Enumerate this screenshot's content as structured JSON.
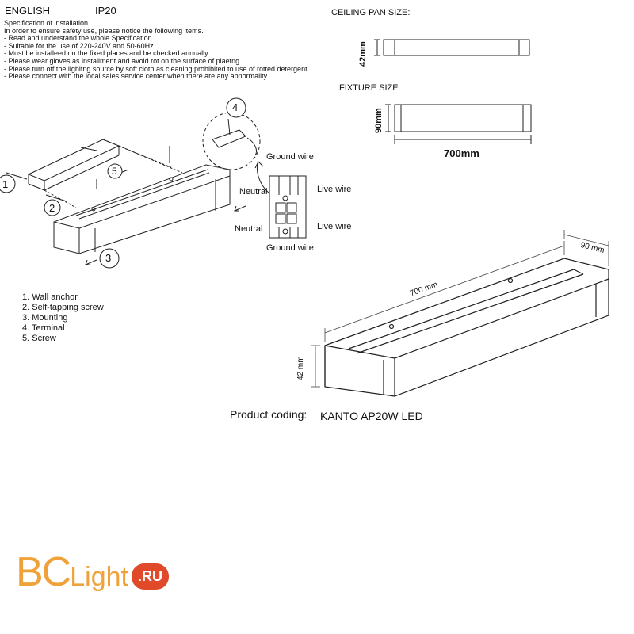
{
  "header": {
    "language": "ENGLISH",
    "ip_rating": "IP20"
  },
  "specification": {
    "title": "Specification of installation",
    "lines": [
      "In order to ensure safety use, please notice the following items.",
      "- Read and understand the whole Specification.",
      "- Suitable for the use of 220-240V and 50-60Hz.",
      "- Must be installeed on the fixed places and be checked annually",
      "- Please wear gloves as installment and avoid rot on the surface of plaetng.",
      "- Please turn off the lighitng source by soft cloth as cleaning prohibited to use of rotted detergent.",
      "- Please connect with the local sales service center when there are any abnormality."
    ]
  },
  "ceiling_pan": {
    "label": "CEILING PAN  SIZE:",
    "height": "42mm"
  },
  "fixture": {
    "label": "FIXTURE SIZE:",
    "height": "90mm",
    "width": "700mm"
  },
  "callouts": [
    "1",
    "2",
    "3",
    "4",
    "5"
  ],
  "wiring": {
    "ground_top": "Ground wire",
    "neutral_upper": "Neutral",
    "live_upper": "Live wire",
    "neutral_lower": "Neutral",
    "live_lower": "Live wire",
    "ground_bottom": "Ground wire"
  },
  "legend": [
    "1. Wall anchor",
    "2. Self-tapping screw",
    "3. Mounting",
    "4. Terminal",
    "5. Screw"
  ],
  "product_dims": {
    "length": "700 mm",
    "depth": "90 mm",
    "height": "42 mm"
  },
  "product_coding": {
    "label": "Product coding:",
    "value": "KANTO AP20W LED"
  },
  "logo": {
    "text_bc": "BC",
    "text_light": "Light",
    "text_ru": ".RU",
    "color_orange": "#f0a23a",
    "color_red": "#e04a2a"
  }
}
